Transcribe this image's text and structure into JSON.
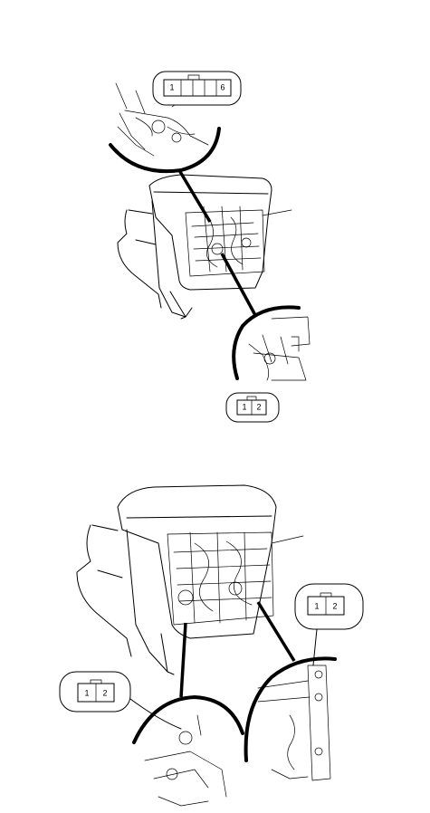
{
  "figure_top": {
    "connector_upper": {
      "pins": [
        "1",
        "6"
      ]
    },
    "connector_lower": {
      "pins": [
        "1",
        "2"
      ]
    }
  },
  "figure_bottom": {
    "connector_right": {
      "pins": [
        "1",
        "2"
      ]
    },
    "connector_left": {
      "pins": [
        "1",
        "2"
      ]
    }
  },
  "colors": {
    "line": "#000000",
    "background": "#ffffff"
  }
}
